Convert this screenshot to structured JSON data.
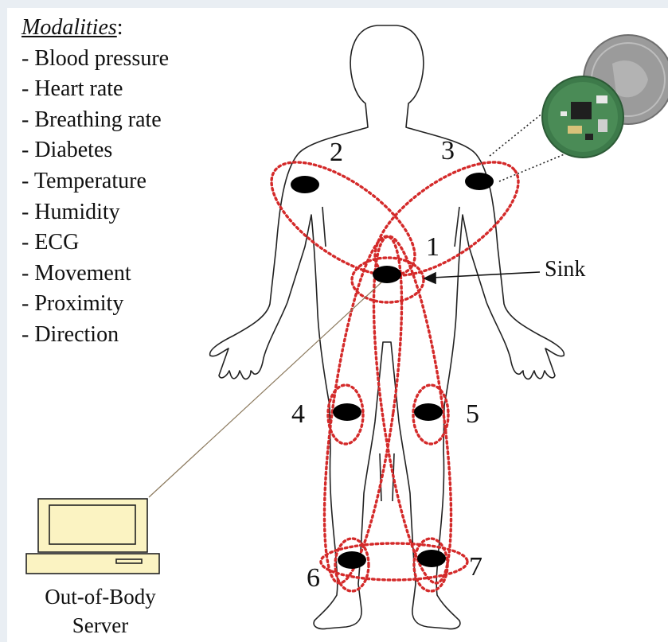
{
  "modalities": {
    "title": "Modalities",
    "title_suffix": ":",
    "items": [
      "- Blood pressure",
      "- Heart rate",
      "- Breathing rate",
      "- Diabetes",
      "- Temperature",
      "- Humidity",
      "- ECG",
      "- Movement",
      "- Proximity",
      "- Direction"
    ]
  },
  "nodes": [
    {
      "id": "1",
      "label": "1"
    },
    {
      "id": "2",
      "label": "2"
    },
    {
      "id": "3",
      "label": "3"
    },
    {
      "id": "4",
      "label": "4"
    },
    {
      "id": "5",
      "label": "5"
    },
    {
      "id": "6",
      "label": "6"
    },
    {
      "id": "7",
      "label": "7"
    }
  ],
  "sink": {
    "label": "Sink"
  },
  "server": {
    "line1": "Out-of-Body",
    "line2": "Server"
  },
  "colors": {
    "link": "#d42a2a",
    "node": "#000000",
    "outline": "#222222",
    "computer": "#fbf3c2",
    "sensor_board": "#3d7a4a",
    "coin": "#9b9b9b"
  }
}
